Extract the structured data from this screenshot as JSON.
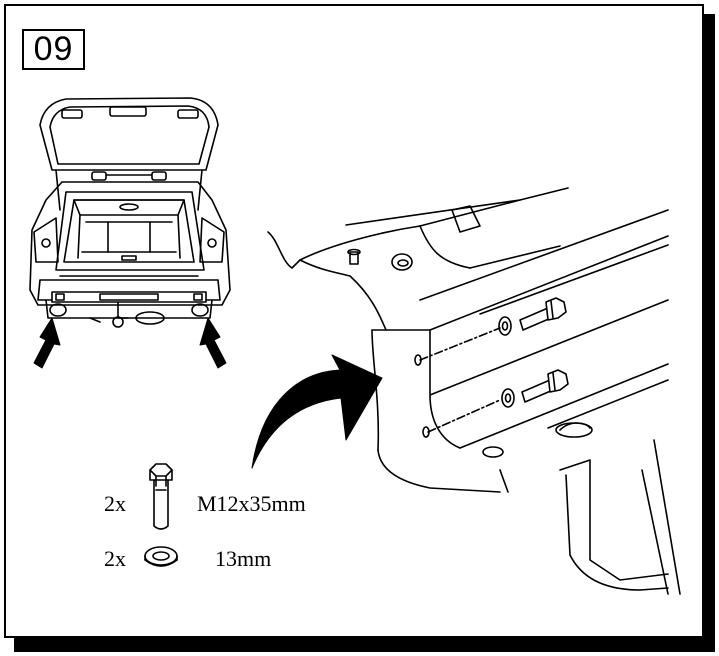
{
  "step": {
    "number": "09"
  },
  "hardware": [
    {
      "qty": "2x",
      "item": "M12x35mm",
      "icon": "hex-bolt-icon"
    },
    {
      "qty": "2x",
      "item": "13mm",
      "icon": "washer-icon"
    }
  ],
  "colors": {
    "line": "#000000",
    "background": "#ffffff",
    "shadow": "#000000"
  }
}
